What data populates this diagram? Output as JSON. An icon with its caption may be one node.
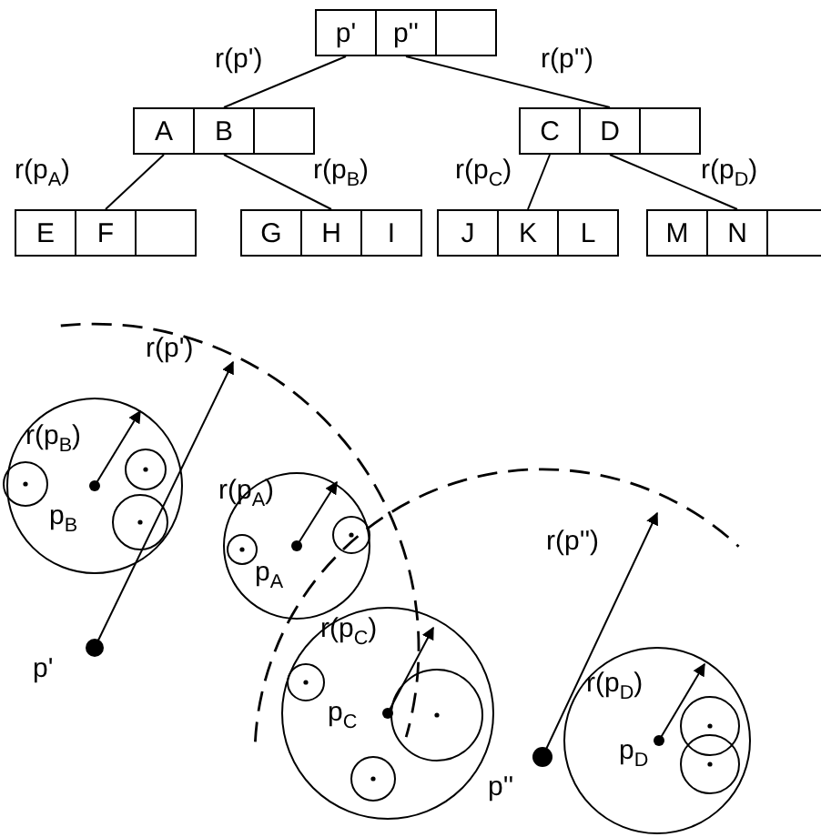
{
  "diagram": {
    "nodes": [
      {
        "text": [
          "p'"
        ]
      },
      {
        "text": [
          "p''"
        ]
      },
      {
        "text": [],
        "shape": "box"
      },
      {
        "text": [
          "A"
        ]
      },
      {
        "text": [
          "B"
        ]
      },
      {
        "text": [],
        "shape": "box"
      },
      {
        "text": [
          "C"
        ]
      },
      {
        "text": [
          "D"
        ]
      },
      {
        "text": [],
        "shape": "box"
      },
      {
        "text": [
          "E"
        ]
      },
      {
        "text": [
          "F"
        ]
      },
      {
        "text": [],
        "shape": "box"
      },
      {
        "text": [
          "G"
        ]
      },
      {
        "text": [
          "H"
        ]
      },
      {
        "text": [
          "I"
        ]
      },
      {
        "text": [
          "J"
        ]
      },
      {
        "text": [
          "K"
        ]
      },
      {
        "text": [
          "L"
        ]
      },
      {
        "text": [
          "M"
        ]
      },
      {
        "text": [
          "N"
        ]
      },
      {
        "text": [],
        "shape": "box"
      }
    ],
    "edges": [
      {
        "from": 0,
        "to": 4,
        "arrow": "none",
        "label": "r(p')"
      },
      {
        "from": 1,
        "to": 7,
        "arrow": "none",
        "label": "r(p'')"
      },
      {
        "from": 3,
        "to": 10,
        "arrow": "none",
        "label": "r(p$_{A}$)"
      },
      {
        "from": 4,
        "to": 13,
        "arrow": "none",
        "label": "r(p$_{B}$)"
      },
      {
        "from": 6,
        "to": 16,
        "arrow": "none",
        "label": "r(p$_{C}$)"
      },
      {
        "from": 7,
        "to": 19,
        "arrow": "none",
        "label": "r(p$_{D}$)"
      }
    ],
    "labels": [
      "r(p')",
      "r(p$_{B}$)",
      "r(p$_{A}$)",
      "p$_{B}$",
      "r(p'')",
      "p$_{A}$",
      "r(p$_{C}$)",
      "p'",
      "r(p$_{D}$)",
      "p$_{C}$",
      "p$_{D}$",
      "p''"
    ]
  }
}
